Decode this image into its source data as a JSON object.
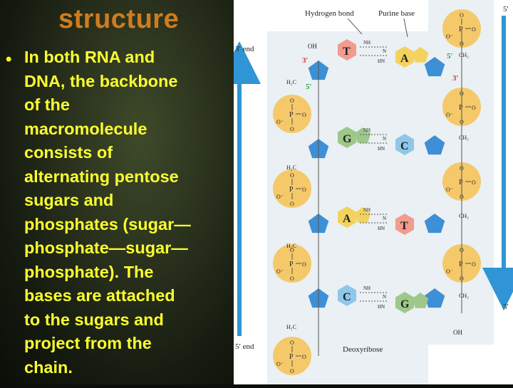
{
  "slide": {
    "title": "structure",
    "bullet_symbol": "•",
    "bullet_lines": [
      "In both RNA and",
      "DNA, the backbone",
      "of the",
      "macromolecule",
      "consists of",
      "alternating pentose",
      "sugars and",
      "phosphates (sugar—",
      "phosphate—sugar—",
      "phosphate). The",
      "bases are attached",
      "to the sugars and",
      "project from the",
      "chain."
    ]
  },
  "diagram": {
    "labels": {
      "hydrogen_bond": "Hydrogen bond",
      "purine_base": "Purine base",
      "three_end_left": "3′ end",
      "five_end_left": "5′ end",
      "five_end_right": "5′",
      "three_end_right": "3′",
      "deoxyribose": "Deoxyribose",
      "oh_top": "OH",
      "oh_bottom": "OH",
      "prime3_red_left": "3′",
      "prime5_green_left": "5′",
      "prime5_green_right": "5′",
      "prime3_red_right": "3′"
    },
    "bases": [
      {
        "left": "T",
        "right": "A"
      },
      {
        "left": "G",
        "right": "C"
      },
      {
        "left": "A",
        "right": "T"
      },
      {
        "left": "C",
        "right": "G"
      }
    ],
    "chem": {
      "p": "P",
      "o": "O",
      "o_minus": "O⁻",
      "nh": "NH",
      "hn": "HN",
      "n": "N",
      "nh2": "NH",
      "h2c": "H₂C",
      "ch2": "CH₂"
    },
    "colors": {
      "phosphate": "#f5c96a",
      "sugar": "#3d8fd6",
      "thymine": "#f19c8e",
      "adenine": "#f3d35e",
      "guanine": "#9ec78a",
      "cytosine": "#8fc7e8",
      "arrow": "#2f95d4",
      "title": "#d07c1e",
      "text": "#fbff2e"
    }
  }
}
